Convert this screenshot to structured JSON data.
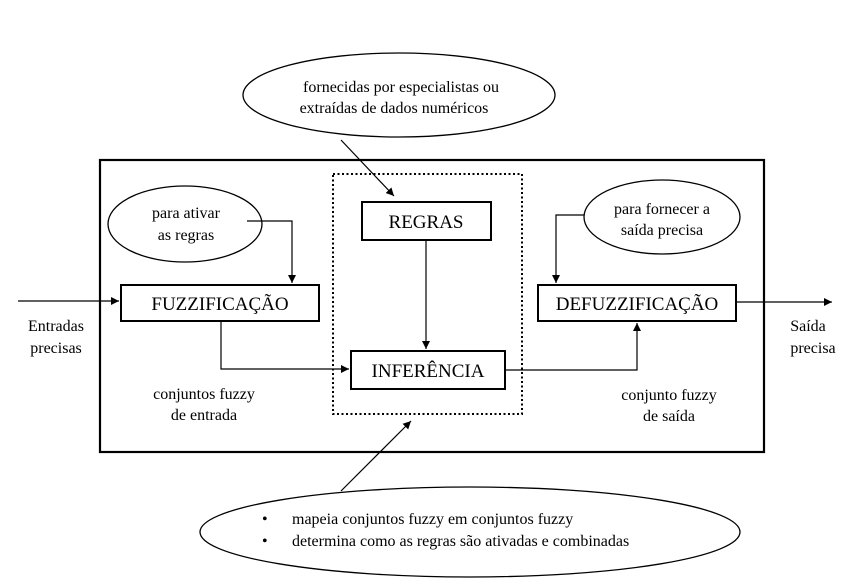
{
  "top_note": {
    "line1": "fornecidas por especialistas ou",
    "line2": "extraídas de dados numéricos"
  },
  "blocks": {
    "regras": "REGRAS",
    "fuzzificacao": "FUZZIFICAÇÃO",
    "inferencia": "INFERÊNCIA",
    "defuzzificacao": "DEFUZZIFICAÇÃO"
  },
  "notes": {
    "ativar": {
      "line1": "para ativar",
      "line2": "as regras"
    },
    "fornecer": {
      "line1": "para fornecer a",
      "line2": "saída precisa"
    }
  },
  "labels": {
    "entradas": {
      "line1": "Entradas",
      "line2": "precisas"
    },
    "saida": {
      "line1": "Saída",
      "line2": "precisa"
    },
    "conj_entrada": {
      "line1": "conjuntos fuzzy",
      "line2": "de entrada"
    },
    "conj_saida": {
      "line1": "conjunto fuzzy",
      "line2": "de saída"
    }
  },
  "bottom_note": {
    "bullet": "•",
    "items": [
      "mapeia conjuntos fuzzy em conjuntos fuzzy",
      "determina como as regras são ativadas e combinadas"
    ]
  }
}
